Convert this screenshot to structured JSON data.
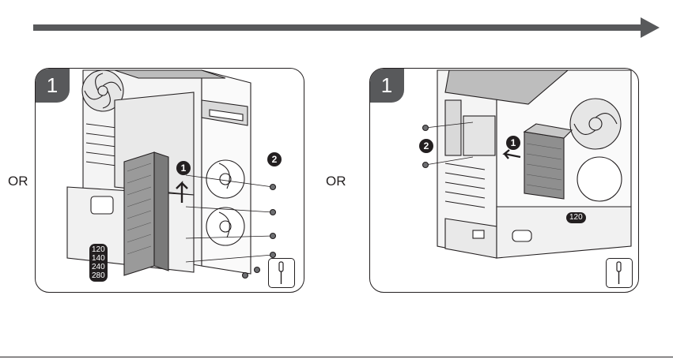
{
  "arrow": {
    "color": "#58595b"
  },
  "separator_label": "OR",
  "panel_left": {
    "step": "1",
    "callouts": [
      "1",
      "2"
    ],
    "radiator_sizes": [
      "120",
      "140",
      "240",
      "280"
    ],
    "tool_icon": "screwdriver-icon"
  },
  "panel_right": {
    "step": "1",
    "callouts": [
      "1",
      "2"
    ],
    "radiator_size": "120",
    "tool_icon": "screwdriver-icon"
  }
}
